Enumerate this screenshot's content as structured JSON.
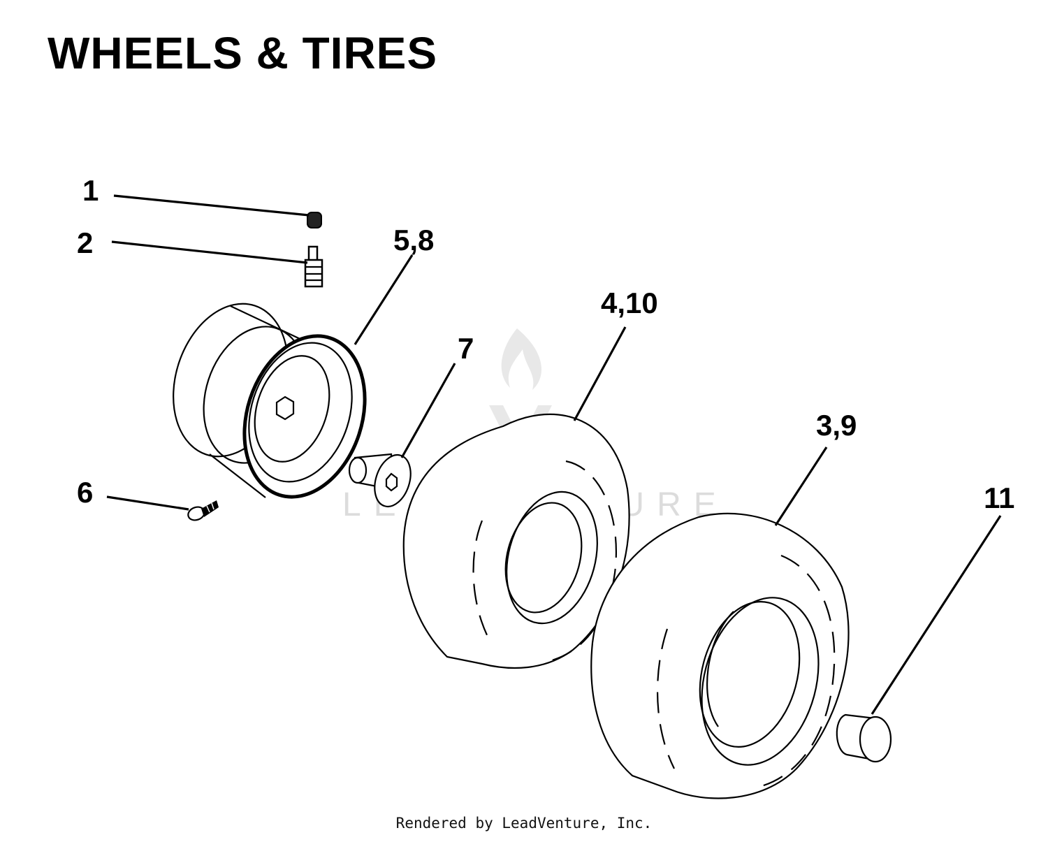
{
  "title": "WHEELS & TIRES",
  "footer": "Rendered by LeadVenture, Inc.",
  "watermark": "LEADVENTURE",
  "callouts": {
    "c1": "1",
    "c2": "2",
    "c58": "5,8",
    "c6": "6",
    "c7": "7",
    "c410": "4,10",
    "c39": "3,9",
    "c11": "11"
  },
  "colors": {
    "ink": "#000000",
    "watermark": "#d9d9d9",
    "paper": "#ffffff"
  }
}
